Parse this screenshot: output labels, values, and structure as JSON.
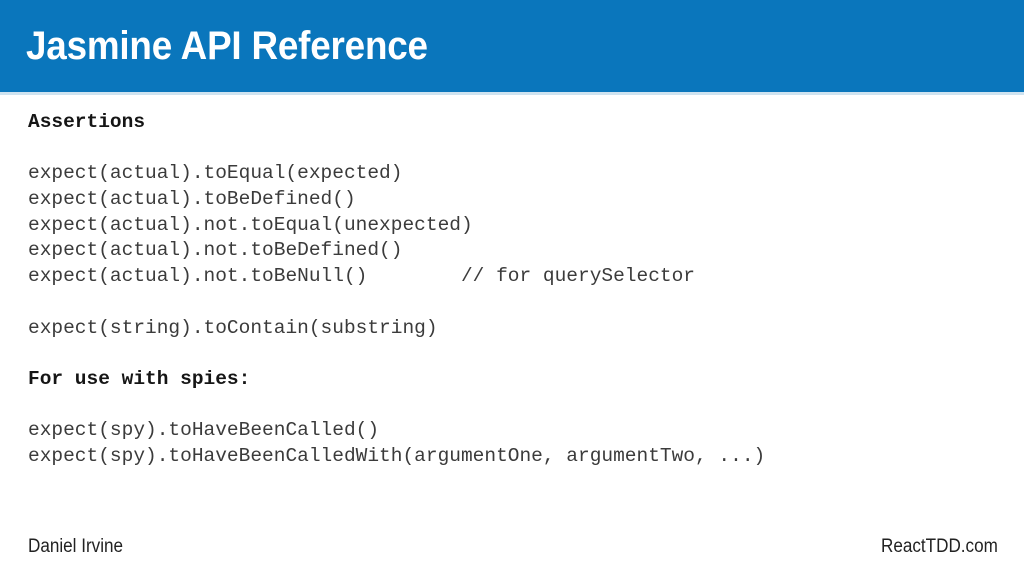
{
  "slide": {
    "title": "Jasmine API Reference",
    "banner_color": "#0a76bc",
    "banner_text_color": "#ffffff",
    "background_color": "#ffffff",
    "code_text_color": "#3b3b3b",
    "heading_text_color": "#151515"
  },
  "content": {
    "lines": [
      {
        "text": "Assertions",
        "style": "heading"
      },
      {
        "text": "",
        "style": "blank"
      },
      {
        "text": "expect(actual).toEqual(expected)",
        "style": "code"
      },
      {
        "text": "expect(actual).toBeDefined()",
        "style": "code"
      },
      {
        "text": "expect(actual).not.toEqual(unexpected)",
        "style": "code"
      },
      {
        "text": "expect(actual).not.toBeDefined()",
        "style": "code"
      },
      {
        "text": "expect(actual).not.toBeNull()        // for querySelector",
        "style": "code"
      },
      {
        "text": "",
        "style": "blank"
      },
      {
        "text": "expect(string).toContain(substring)",
        "style": "code"
      },
      {
        "text": "",
        "style": "blank"
      },
      {
        "text": "For use with spies:",
        "style": "heading"
      },
      {
        "text": "",
        "style": "blank"
      },
      {
        "text": "expect(spy).toHaveBeenCalled()",
        "style": "code"
      },
      {
        "text": "expect(spy).toHaveBeenCalledWith(argumentOne, argumentTwo, ...)",
        "style": "code"
      }
    ]
  },
  "footer": {
    "author": "Daniel Irvine",
    "site": "ReactTDD.com"
  }
}
